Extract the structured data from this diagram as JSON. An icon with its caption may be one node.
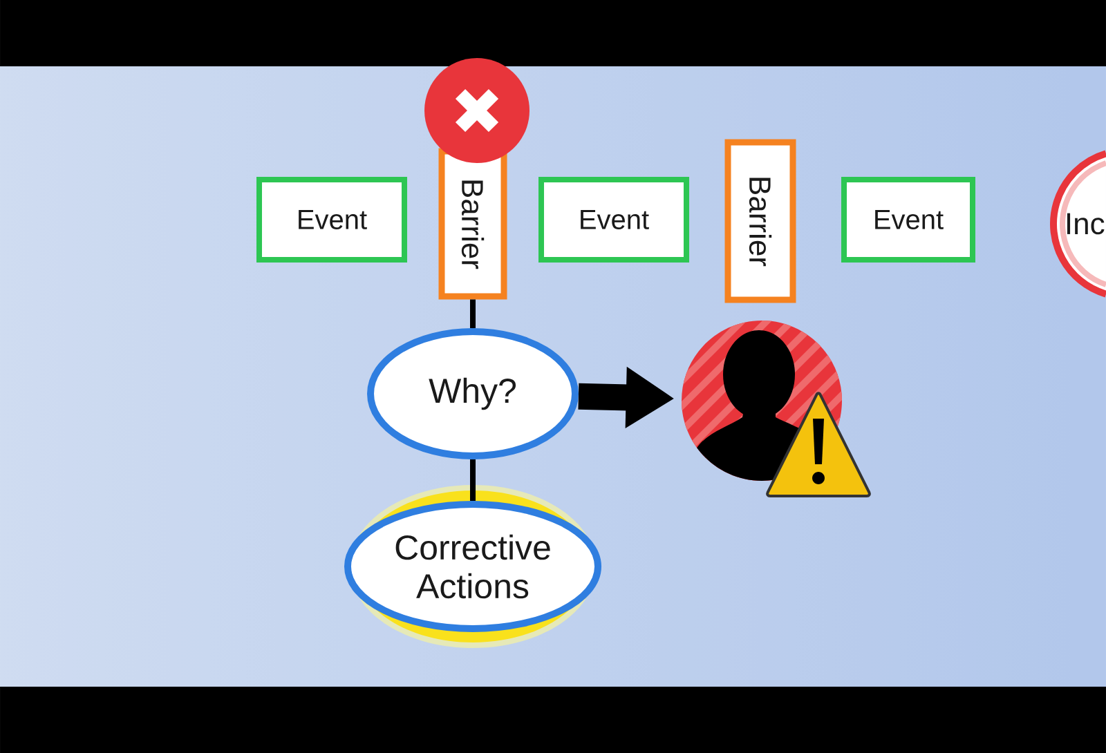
{
  "diagram": {
    "nodes": [
      {
        "text": [
          "Event"
        ]
      },
      {
        "text": [
          "Barrier"
        ]
      },
      {
        "text": [
          "Event"
        ]
      },
      {
        "text": [
          "Barrier"
        ]
      },
      {
        "text": [
          "Event"
        ]
      },
      {
        "text": [
          "Inc"
        ]
      },
      {
        "text": [
          "Why?"
        ]
      },
      {
        "text": [],
        "shape": "person"
      },
      {
        "text": [
          "Corrective Actions"
        ]
      }
    ],
    "edges": [
      {
        "from": 1,
        "to": 6,
        "arrow": "none"
      },
      {
        "from": 6,
        "to": 7,
        "arrow": "to",
        "style": "thick"
      },
      {
        "from": 6,
        "to": 8,
        "arrow": "none"
      }
    ]
  }
}
